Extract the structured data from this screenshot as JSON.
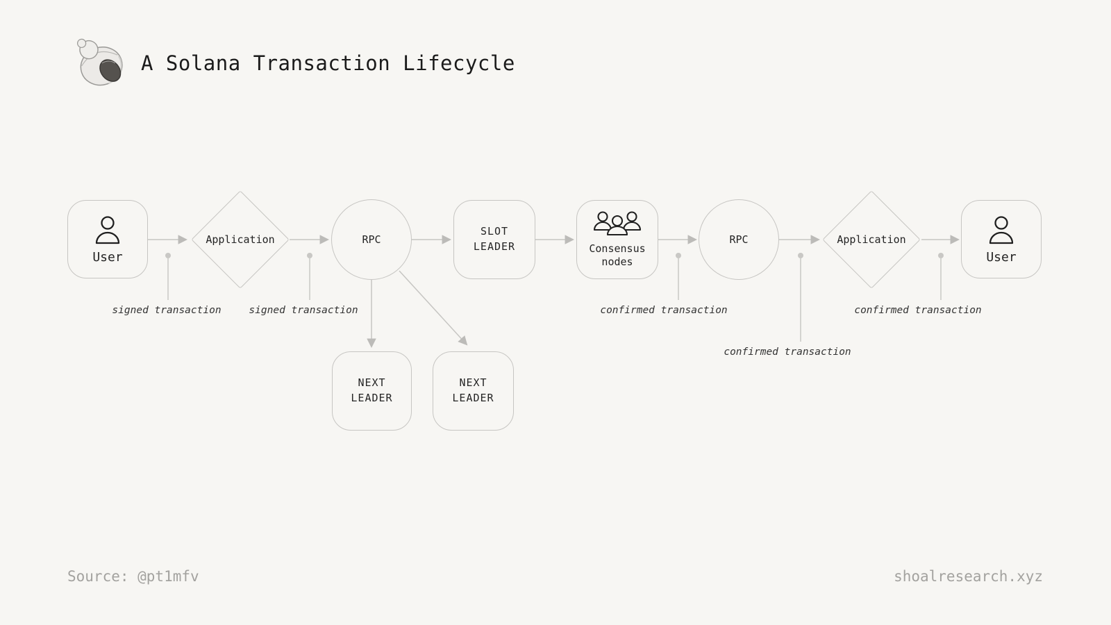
{
  "title": "A Solana Transaction Lifecycle",
  "logo": {
    "name": "seashell-logo"
  },
  "nodes": {
    "user_start": {
      "label": "User",
      "shape": "rounded-rect",
      "icon": "person-icon"
    },
    "app_in": {
      "label": "Application",
      "shape": "diamond"
    },
    "rpc_in": {
      "label": "RPC",
      "shape": "circle"
    },
    "slot_leader": {
      "label": "SLOT LEADER",
      "shape": "rounded-rect"
    },
    "consensus": {
      "label": "Consensus nodes",
      "shape": "rounded-rect",
      "icon": "people-group-icon"
    },
    "rpc_out": {
      "label": "RPC",
      "shape": "circle"
    },
    "app_out": {
      "label": "Application",
      "shape": "diamond"
    },
    "user_end": {
      "label": "User",
      "shape": "rounded-rect",
      "icon": "person-icon"
    },
    "next_leader_a": {
      "label": "NEXT LEADER",
      "shape": "rounded-rect"
    },
    "next_leader_b": {
      "label": "NEXT LEADER",
      "shape": "rounded-rect"
    }
  },
  "edge_labels": {
    "signed_1": "signed transaction",
    "signed_2": "signed transaction",
    "confirmed_1": "confirmed transaction",
    "confirmed_2": "confirmed transaction",
    "confirmed_3": "confirmed transaction"
  },
  "footer": {
    "source": "Source: @pt1mfv",
    "website": "shoalresearch.xyz"
  },
  "colors": {
    "background": "#f7f6f3",
    "line": "#c6c5c2",
    "arrowhead": "#bcbbb8",
    "text": "#242424",
    "edge_label_text": "#333333",
    "muted_text": "#a3a29f"
  }
}
